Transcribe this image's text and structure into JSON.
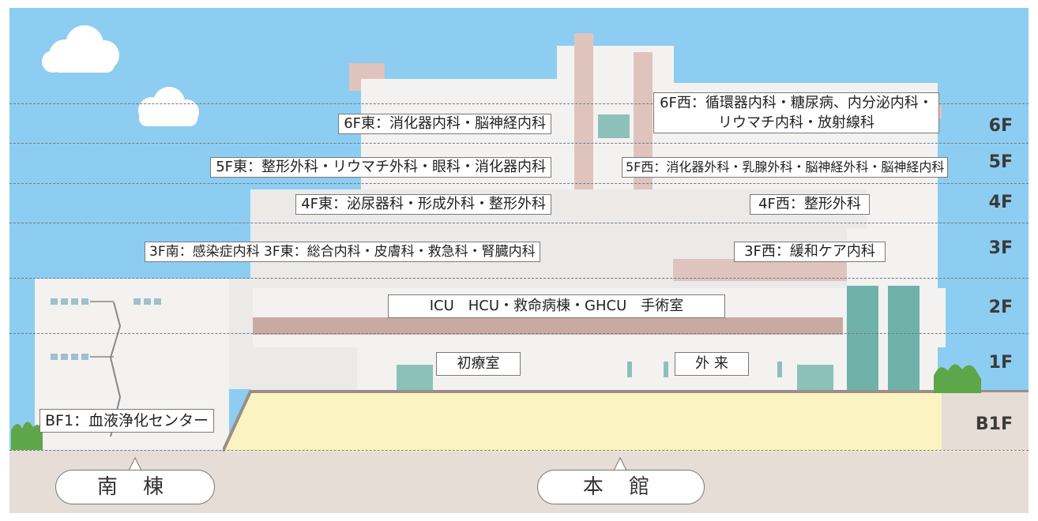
{
  "floors": [
    {
      "name": "6F",
      "labels": [
        "6F東：消化器内科・脳神経内科",
        "6F西：循環器内科・糖尿病、内分泌内科・\nリウマチ内科・放射線科"
      ]
    },
    {
      "name": "5F",
      "labels": [
        "5F東：整形外科・リウマチ外科・眼科・消化器内科",
        "5F西：消化器外科・乳腺外科・脳神経外科・脳神経内科"
      ]
    },
    {
      "name": "4F",
      "labels": [
        "4F東：泌尿器科・形成外科・整形外科",
        "4F西：整形外科"
      ]
    },
    {
      "name": "3F",
      "labels": [
        "3F南：感染症内科 3F東：総合内科・皮膚科・救急科・腎臓内科",
        "3F西：緩和ケア内科"
      ]
    },
    {
      "name": "2F",
      "labels": [
        "ICU　HCU・救命病棟・GHCU　手術室"
      ]
    },
    {
      "name": "1F",
      "labels": [
        "初療室",
        "外来"
      ]
    },
    {
      "name": "B1F",
      "labels": [
        "BF1：血液浄化センター"
      ]
    }
  ],
  "floor_labels": {
    "f6": "6F",
    "f5": "5F",
    "f4": "4F",
    "f3": "3F",
    "f2": "2F",
    "f1": "1F",
    "b1": "B1F"
  },
  "dept_labels": {
    "f6_east": "6F東：消化器内科・脳神経内科",
    "f6_west_line1": "6F西：循環器内科・糖尿病、内分泌内科・",
    "f6_west_line2": "リウマチ内科・放射線科",
    "f5_east": "5F東：整形外科・リウマチ外科・眼科・消化器内科",
    "f5_west": "5F西：消化器外科・乳腺外科・脳神経外科・脳神経内科",
    "f4_east": "4F東：泌尿器科・形成外科・整形外科",
    "f4_west": "4F西：整形外科",
    "f3_east": "3F南：感染症内科 3F東：総合内科・皮膚科・救急科・腎臓内科",
    "f3_west": "3F西：緩和ケア内科",
    "f2": "ICU　HCU・救命病棟・GHCU　手術室",
    "f1_initial": "初療室",
    "f1_outpatient": "外 来",
    "b1": "BF1：血液浄化センター"
  },
  "buildings": {
    "south": "南 棟",
    "main": "本 館"
  },
  "colors": {
    "sky": "#8dcdf1",
    "ground": "#e6ddd6",
    "basement": "#fbf4c2",
    "accent_band": "#c9aaa2",
    "window_teal": "#8cc1ba"
  }
}
